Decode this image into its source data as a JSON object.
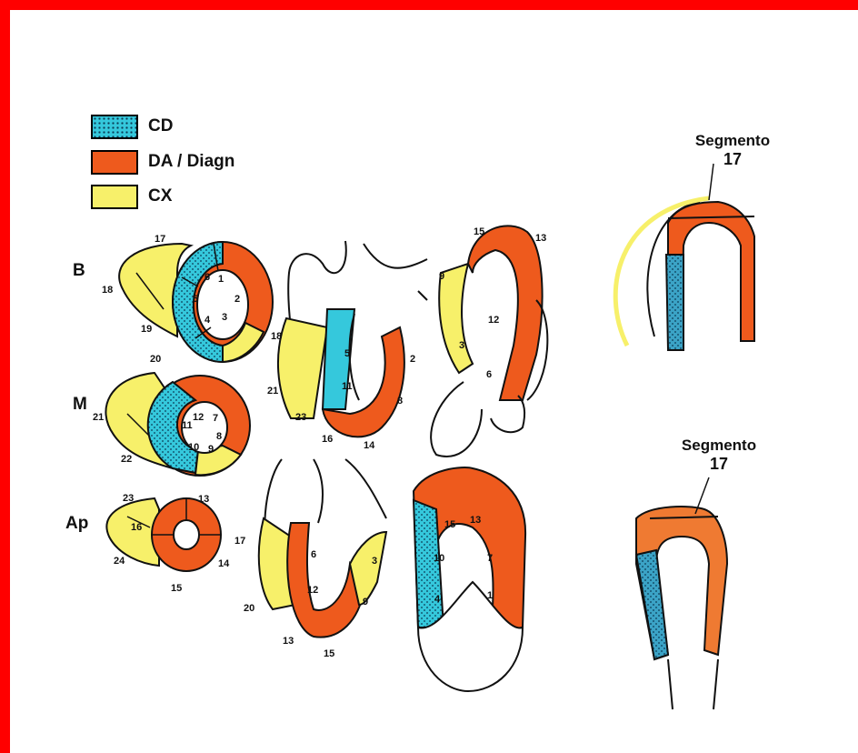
{
  "colors": {
    "frame": "#ff0000",
    "cd": "#35c8dc",
    "cd_apex": "#3ba3c6",
    "da": "#ee5a1d",
    "da_apex": "#ef7a32",
    "cx": "#f7f06a",
    "outline": "#111111"
  },
  "legend": [
    {
      "label": "CD",
      "color": "#35c8dc",
      "pattern": "dotted"
    },
    {
      "label": "DA / Diagn",
      "color": "#ee5a1d",
      "pattern": "solid"
    },
    {
      "label": "CX",
      "color": "#f7f06a",
      "pattern": "solid"
    }
  ],
  "row_labels": {
    "base": "B",
    "mid": "M",
    "apex": "Ap"
  },
  "segment_labels": {
    "base": [
      "17",
      "18",
      "19",
      "1",
      "2",
      "3",
      "4",
      "5",
      "6"
    ],
    "mid": [
      "20",
      "21",
      "22",
      "7",
      "8",
      "9",
      "10",
      "11",
      "12"
    ],
    "apex": [
      "23",
      "24",
      "13",
      "14",
      "15",
      "16"
    ],
    "view2_top": [
      "18",
      "21",
      "23",
      "5",
      "11",
      "16",
      "14",
      "8",
      "2"
    ],
    "view2_bottom": [
      "17",
      "20",
      "13",
      "15",
      "6",
      "12",
      "3",
      "9"
    ],
    "view3_top": [
      "15",
      "13",
      "9",
      "12",
      "3",
      "6"
    ],
    "view3_bottom": [
      "15",
      "13",
      "10",
      "7",
      "4",
      "1"
    ]
  },
  "apex_title_top": {
    "line1": "Segmento",
    "line2": "17"
  },
  "apex_title_bottom": {
    "line1": "Segmento",
    "line2": "17"
  }
}
